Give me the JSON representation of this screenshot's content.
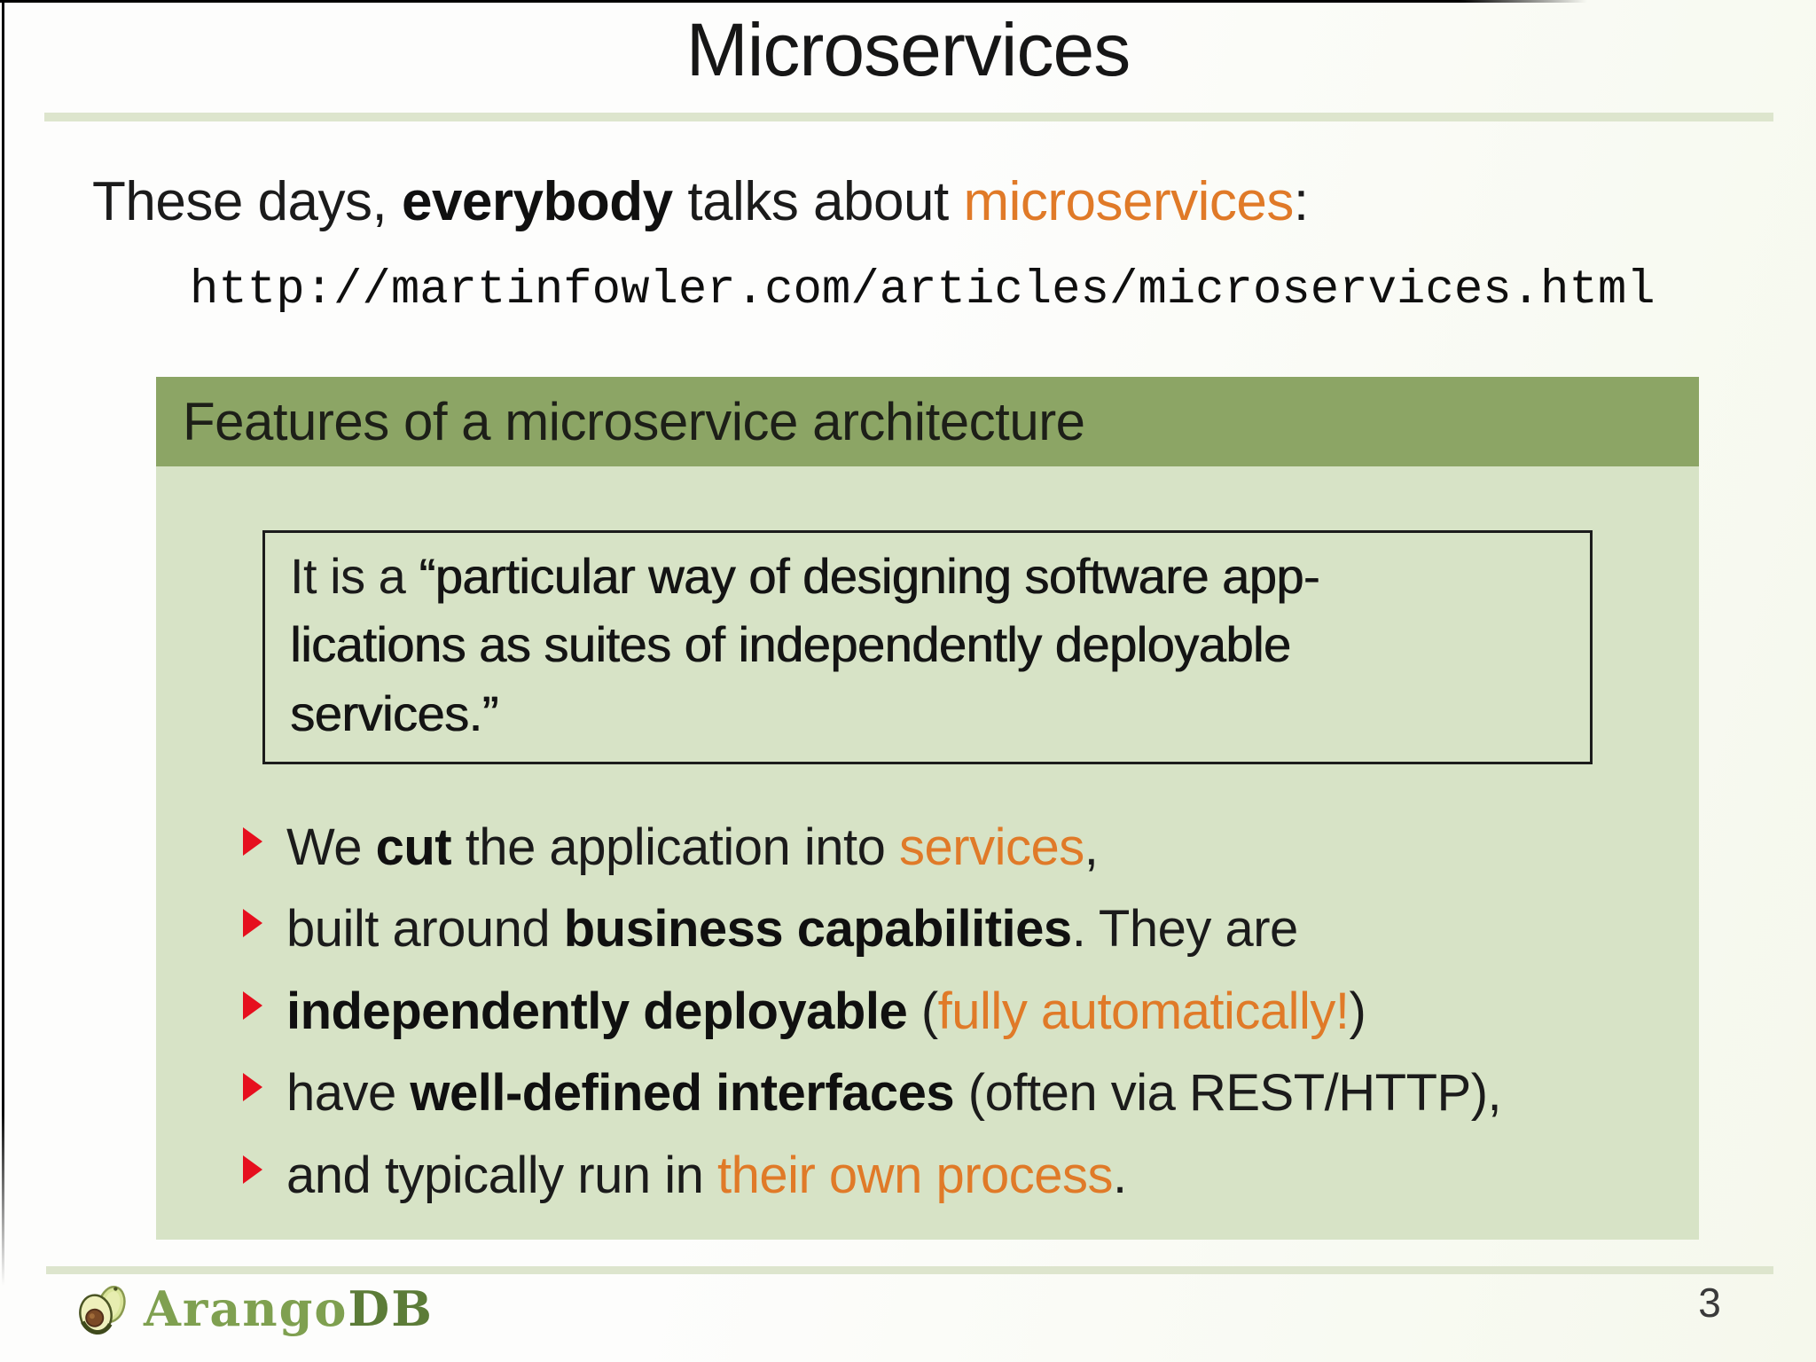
{
  "slide": {
    "title": "Microservices",
    "intro_runs": [
      {
        "text": "These days, ",
        "style": "light"
      },
      {
        "text": "everybody",
        "style": "bold"
      },
      {
        "text": " talks about ",
        "style": "light"
      },
      {
        "text": "microservices",
        "style": "alert"
      },
      {
        "text": ":",
        "style": "light"
      }
    ],
    "url": "http://martinfowler.com/articles/microservices.html",
    "block": {
      "title": "Features of a microservice architecture",
      "quote_lines": [
        [
          {
            "text": "It is a ",
            "style": "light"
          },
          {
            "text": "“particular way of designing software app-",
            "style": "strong"
          }
        ],
        [
          {
            "text": "lications as suites of independently deployable",
            "style": "strong"
          }
        ],
        [
          {
            "text": "services.”",
            "style": "strong"
          }
        ]
      ],
      "bullets": [
        {
          "runs": [
            {
              "text": "We ",
              "style": "light"
            },
            {
              "text": "cut",
              "style": "bold"
            },
            {
              "text": " the application into ",
              "style": "light"
            },
            {
              "text": "services",
              "style": "alert"
            },
            {
              "text": ",",
              "style": "light"
            }
          ]
        },
        {
          "runs": [
            {
              "text": "built around ",
              "style": "light"
            },
            {
              "text": "business capabilities",
              "style": "bold"
            },
            {
              "text": ". They are",
              "style": "light"
            }
          ]
        },
        {
          "runs": [
            {
              "text": "independently deployable",
              "style": "bold"
            },
            {
              "text": " (",
              "style": "light"
            },
            {
              "text": "fully automatically!",
              "style": "alert"
            },
            {
              "text": ")",
              "style": "light"
            }
          ]
        },
        {
          "runs": [
            {
              "text": "have ",
              "style": "light"
            },
            {
              "text": "well-defined interfaces",
              "style": "bold"
            },
            {
              "text": " (often via REST/HTTP),",
              "style": "light"
            }
          ]
        },
        {
          "runs": [
            {
              "text": "and typically run in ",
              "style": "light"
            },
            {
              "text": "their own process",
              "style": "alert"
            },
            {
              "text": ".",
              "style": "light"
            }
          ]
        }
      ]
    },
    "footer": {
      "logo_primary": "Arango",
      "logo_secondary": "DB",
      "page_number": "3"
    },
    "colors": {
      "alert_orange": "#e07a28",
      "bullet_red": "#e60f1e",
      "block_title_bg": "#8ca565",
      "block_body_bg": "#d7e3c6",
      "rule_green": "#dde5cd",
      "logo_green": "#7fa050"
    }
  }
}
